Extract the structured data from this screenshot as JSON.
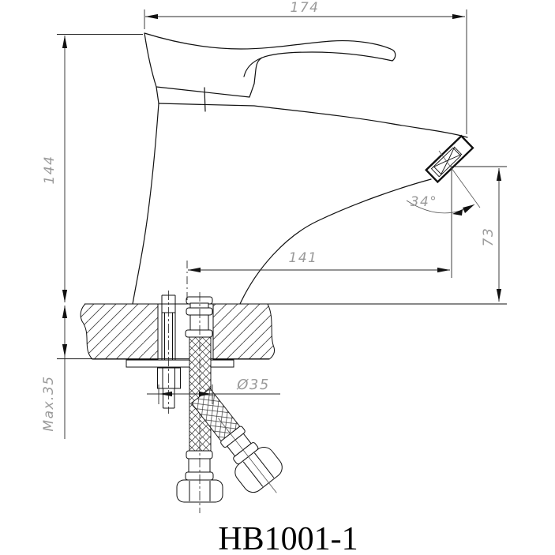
{
  "title": {
    "model_label": "HB1001-1"
  },
  "dimensions": {
    "overall_width": "174",
    "body_height": "144",
    "spout_reach": "141",
    "outlet_height": "73",
    "outlet_angle": "34°",
    "mount_hole_diameter": "Ø35",
    "max_deck_thickness": "Max.35"
  },
  "colors": {
    "outline": "#111111",
    "dimension_line": "#2a2a2a",
    "dimension_text": "#9a9a9a",
    "background": "#ffffff"
  }
}
